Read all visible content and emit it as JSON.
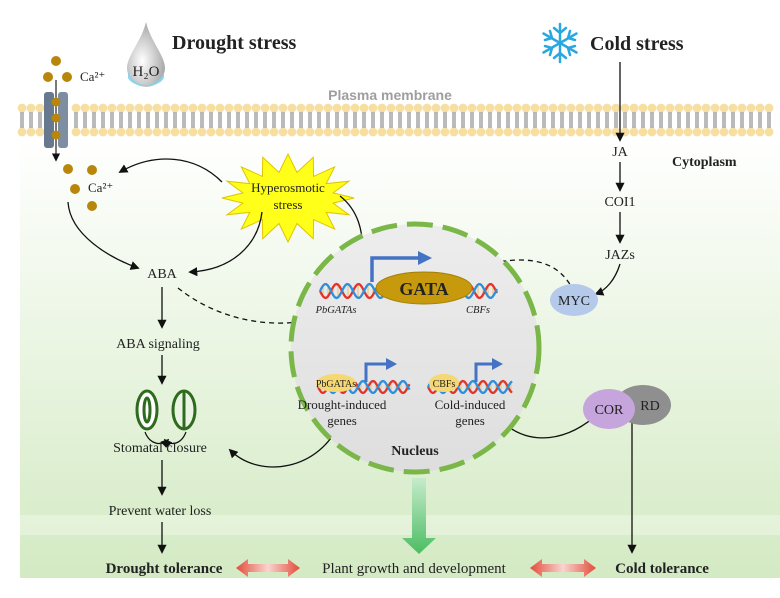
{
  "stress": {
    "drought_title": "Drought stress",
    "cold_title": "Cold stress",
    "water": "H₂O",
    "calcium_top": "Ca²⁺",
    "calcium_inner": "Ca²⁺"
  },
  "regions": {
    "membrane": "Plasma membrane",
    "cytoplasm": "Cytoplasm",
    "nucleus": "Nucleus"
  },
  "drought_path": {
    "hyperosmotic": [
      "Hyperosmotic",
      "stress"
    ],
    "aba": "ABA",
    "aba_signaling": "ABA signaling",
    "stomatal_closure": "Stomatal closure",
    "prevent_water_loss": "Prevent water loss",
    "drought_tolerance": "Drought tolerance"
  },
  "cold_path": {
    "ja": "JA",
    "coi1": "COI1",
    "jazs": "JAZs",
    "myc": "MYC",
    "cor": "COR",
    "rd": "RD",
    "cold_tolerance": "Cold tolerance"
  },
  "nucleus_content": {
    "gata": "GATA",
    "pbgatas_gene": "PbGATAs",
    "cbfs_gene": "CBFs",
    "pbgatas_protein": "PbGATAs",
    "cbfs_protein": "CBFs",
    "drought_genes": [
      "Drought-induced",
      "genes"
    ],
    "cold_genes": [
      "Cold-induced",
      "genes"
    ]
  },
  "bottom": {
    "growth": "Plant growth and development"
  },
  "colors": {
    "background_gradient_bottom": "#d6ecc8",
    "membrane_head": "#f6dfa0",
    "nucleus_border": "#7ab648",
    "gata_fill": "#c69a0c",
    "arrow_blue": "#4472c4",
    "green_arrow": "#6cc97b",
    "red_arrow": "#e86a5a"
  }
}
